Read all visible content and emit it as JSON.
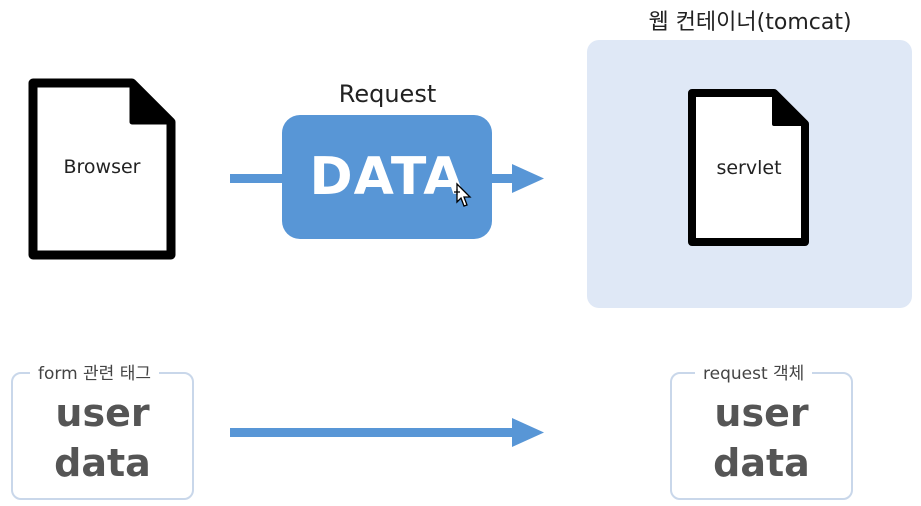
{
  "container": {
    "title": "웹 컨테이너(tomcat)"
  },
  "request": {
    "title": "Request",
    "payload": "DATA"
  },
  "documents": {
    "client_label": "Browser",
    "server_label": "servlet"
  },
  "left_box": {
    "label": "form 관련 태그",
    "line1": "user",
    "line2": "data"
  },
  "right_box": {
    "label": "request 객체",
    "line1": "user",
    "line2": "data"
  },
  "colors": {
    "accent_blue": "#5896d6",
    "container_bg": "#dfe8f6",
    "box_border": "#c9d7ea",
    "text_gray": "#555555"
  },
  "icons": [
    "document-icon",
    "arrow-right-icon",
    "cursor-move-icon"
  ]
}
